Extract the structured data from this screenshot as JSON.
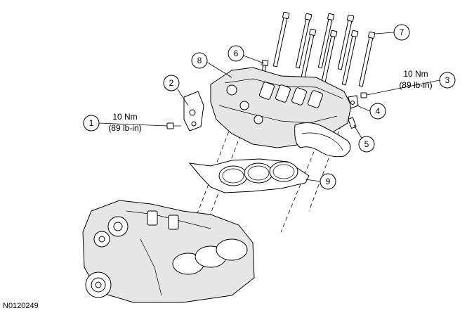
{
  "figure_id": "N0120249",
  "callouts": [
    {
      "number": "1",
      "label": "10 Nm\n(89 lb-in)"
    },
    {
      "number": "2",
      "label": ""
    },
    {
      "number": "3",
      "label": "10 Nm\n(89 lb-in)"
    },
    {
      "number": "4",
      "label": ""
    },
    {
      "number": "5",
      "label": ""
    },
    {
      "number": "6",
      "label": ""
    },
    {
      "number": "7",
      "label": ""
    },
    {
      "number": "8",
      "label": ""
    },
    {
      "number": "9",
      "label": ""
    }
  ],
  "torque_1": {
    "line1": "10 Nm",
    "line2": "(89 lb-in)"
  },
  "torque_3": {
    "line1": "10 Nm",
    "line2": "(89 lb-in)"
  }
}
